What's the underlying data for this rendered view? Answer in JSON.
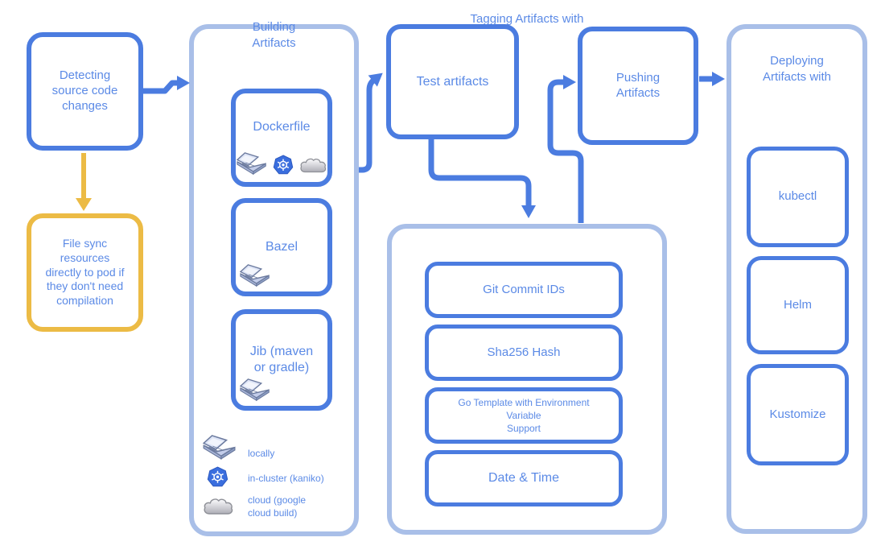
{
  "colors": {
    "node_border": "#4b7ce0",
    "container_border": "#a9bfe8",
    "label_text": "#5b8ae6",
    "accent_yellow": "#ecbb45",
    "background": "#ffffff"
  },
  "nodes": {
    "detecting": {
      "label": "Detecting\nsource code\nchanges"
    },
    "file_sync": {
      "label": "File sync\nresources\ndirectly to pod if\nthey don't need\ncompilation"
    },
    "test": {
      "label": "Test artifacts"
    },
    "pushing": {
      "label": "Pushing\nArtifacts"
    }
  },
  "building": {
    "title": "Building\nArtifacts",
    "items": [
      {
        "label": "Dockerfile",
        "icons": [
          "laptop-icon",
          "kubernetes-icon",
          "cloud-icon"
        ]
      },
      {
        "label": "Bazel",
        "icons": [
          "laptop-icon"
        ]
      },
      {
        "label": "Jib (maven\nor gradle)",
        "icons": [
          "laptop-icon"
        ]
      }
    ],
    "legend": [
      {
        "icon": "laptop-icon",
        "label": "locally"
      },
      {
        "icon": "kubernetes-icon",
        "label": "in-cluster (kaniko)"
      },
      {
        "icon": "cloud-icon",
        "label": "cloud (google\ncloud build)"
      }
    ]
  },
  "tagging": {
    "title": "Tagging Artifacts with",
    "items": [
      {
        "label": "Git Commit IDs"
      },
      {
        "label": "Sha256 Hash"
      },
      {
        "label": "Go Template with Environment Variable\nSupport"
      },
      {
        "label": "Date & Time"
      }
    ]
  },
  "deploying": {
    "title": "Deploying\nArtifacts with",
    "items": [
      {
        "label": "kubectl"
      },
      {
        "label": "Helm"
      },
      {
        "label": "Kustomize"
      }
    ]
  }
}
